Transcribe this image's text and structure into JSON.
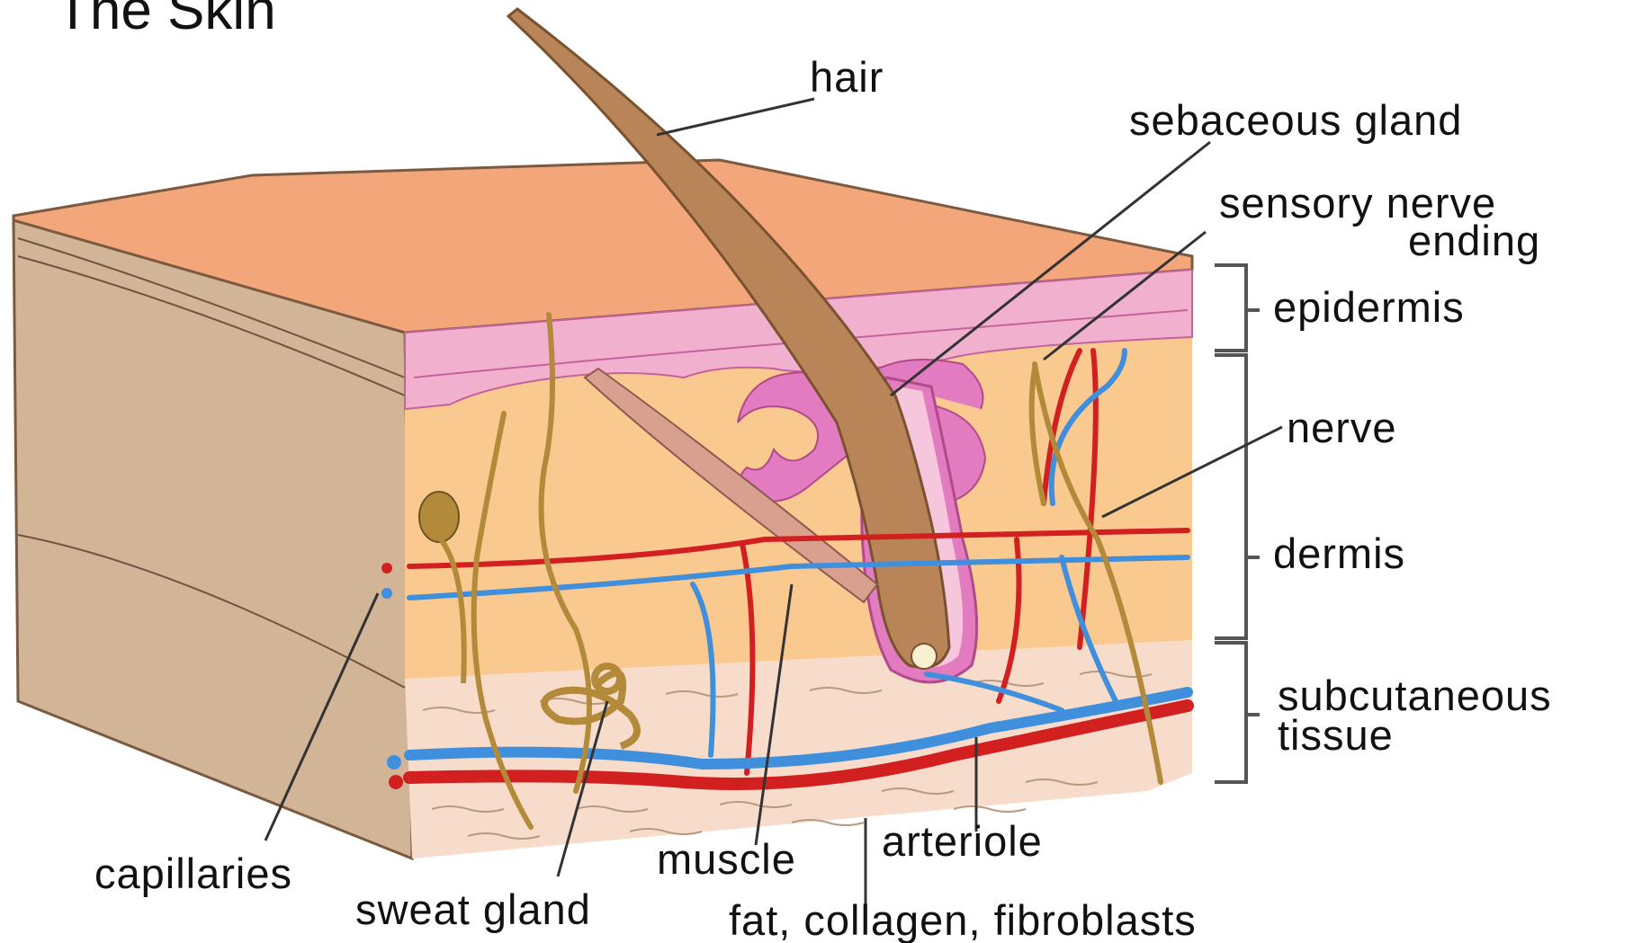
{
  "title": "The Skin",
  "labels": {
    "hair": "hair",
    "sebaceous_gland": "sebaceous gland",
    "sensory_nerve_line1": "sensory nerve",
    "sensory_nerve_line2": "ending",
    "epidermis": "epidermis",
    "nerve": "nerve",
    "dermis": "dermis",
    "subcutaneous_line1": "subcutaneous",
    "subcutaneous_line2": "tissue",
    "capillaries": "capillaries",
    "sweat_gland": "sweat gland",
    "muscle": "muscle",
    "arteriole": "arteriole",
    "fat_collagen": "fat, collagen, fibroblasts"
  },
  "colors": {
    "skin_surface": "#f3a67a",
    "epidermis": "#f2b0cf",
    "epidermis_pink": "#e27bc0",
    "dermis": "#f9c990",
    "subcutaneous": "#f7dccc",
    "side_face": "#d2b597",
    "hair": "#b98558",
    "nerve": "#b28a3a",
    "artery": "#d21f1f",
    "vein": "#3f8fdc"
  }
}
